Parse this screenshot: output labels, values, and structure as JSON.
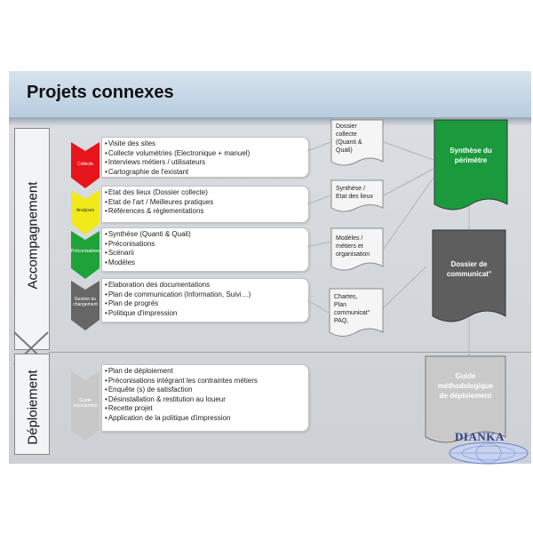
{
  "title": "Projets connexes",
  "sections": {
    "accompagnement": "Accompagnement",
    "deploiement": "Déploiement"
  },
  "phases": [
    {
      "label": "Collecte",
      "color": "#e8141b",
      "items": [
        "Visite des sites",
        "Collecte volumétries (Electronique + manuel)",
        "Interviews métiers / utilisateurs",
        "Cartographie de l'existant"
      ]
    },
    {
      "label": "Analyses",
      "color": "#f1e91a",
      "items": [
        "Etat des lieux (Dossier collecte)",
        "Etat de l'art / Meilleures pratiques",
        "Références  & réglementations"
      ]
    },
    {
      "label": "Préconisations",
      "color": "#1fa23a",
      "items": [
        "Synthèse (Quanti & Quali)",
        "Préconisations",
        "Scénarii",
        "Modèles"
      ]
    },
    {
      "label": "Gestion du changement",
      "color": "#666666",
      "items": [
        "Elaboration des documentations",
        "Plan de communication (Information, Suivi…)",
        "Plan de progrès",
        "Politique d'impression"
      ]
    },
    {
      "label": "Guide déploiement",
      "color": "#c8c8c8",
      "items": [
        "Plan de déploiement",
        "Préconisations intégrant les contraintes métiers",
        "Enquête (s) de satisfaction",
        "Désinstallation & restitution au loueur",
        "Recette projet",
        "Application de la politique d'impression"
      ]
    }
  ],
  "documents": [
    {
      "lines": [
        "Dossier",
        "collecte",
        "(Quanti &",
        "Quali)"
      ]
    },
    {
      "lines": [
        "Synthèse /",
        "Etat des lieux"
      ]
    },
    {
      "lines": [
        "Modèles /",
        "métiers et",
        "organisation"
      ]
    },
    {
      "lines": [
        "Chartes,",
        "Plan",
        "communicat°",
        "PAQ,"
      ]
    }
  ],
  "deliverables": [
    {
      "lines": [
        "Synthèse  du",
        "périmètre"
      ],
      "color": "#1a9a3c"
    },
    {
      "lines": [
        "Dossier de",
        "communicat°"
      ],
      "color": "#5e5e5e"
    },
    {
      "lines": [
        "Guide",
        "méthodologique",
        "de déploiement"
      ],
      "color": "#c9c9c9"
    }
  ],
  "logo": "DIANKA"
}
